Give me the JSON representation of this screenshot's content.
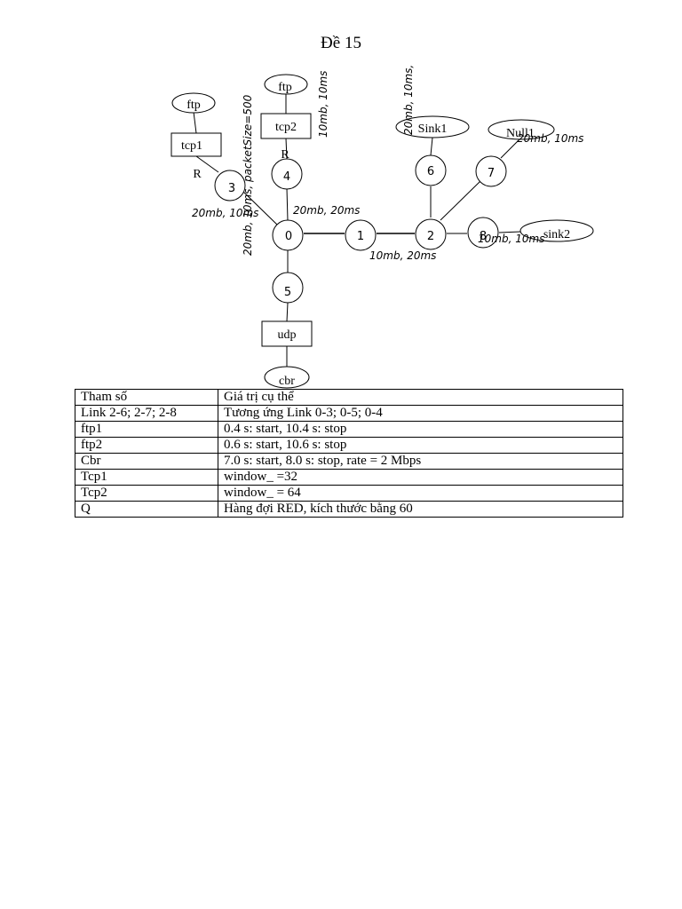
{
  "title": "Đề 15",
  "diagram": {
    "nodes": [
      "0",
      "1",
      "2",
      "3",
      "4",
      "5",
      "6",
      "7",
      "8"
    ],
    "agents": {
      "ftp_left": "ftp",
      "tcp1": "tcp1",
      "ftp_top": "ftp",
      "tcp2": "tcp2",
      "sink1": "Sink1",
      "null1": "Null1",
      "sink2": "sink2",
      "udp": "udp",
      "cbr": "cbr"
    },
    "router_labels": {
      "r_left": "R",
      "r_top": "R"
    },
    "link_labels": {
      "tcp2_link": "10mb, 10ms",
      "link_2_6": "20mb, 10ms,",
      "link_0_3_vertical": "20mb, 10ms, packetSize=500",
      "link_3_0": "20mb, 10ms",
      "link_4_0": "20mb, 20ms",
      "link_1_2": "10mb, 20ms",
      "link_2_7": "20mb, 10ms",
      "link_2_8": "10mb, 10ms"
    }
  },
  "table": {
    "header": [
      "Tham số",
      "Giá trị cụ thể"
    ],
    "rows": [
      [
        "Link 2-6; 2-7; 2-8",
        "Tương ứng Link 0-3; 0-5; 0-4"
      ],
      [
        "ftp1",
        "0.4 s: start, 10.4 s: stop"
      ],
      [
        "ftp2",
        "0.6 s: start, 10.6 s: stop"
      ],
      [
        "Cbr",
        "7.0 s: start, 8.0 s: stop, rate = 2 Mbps"
      ],
      [
        "Tcp1",
        "window_ =32"
      ],
      [
        "Tcp2",
        "window_ = 64"
      ],
      [
        "Q",
        "Hàng đợi RED, kích thước bằng 60"
      ]
    ]
  }
}
